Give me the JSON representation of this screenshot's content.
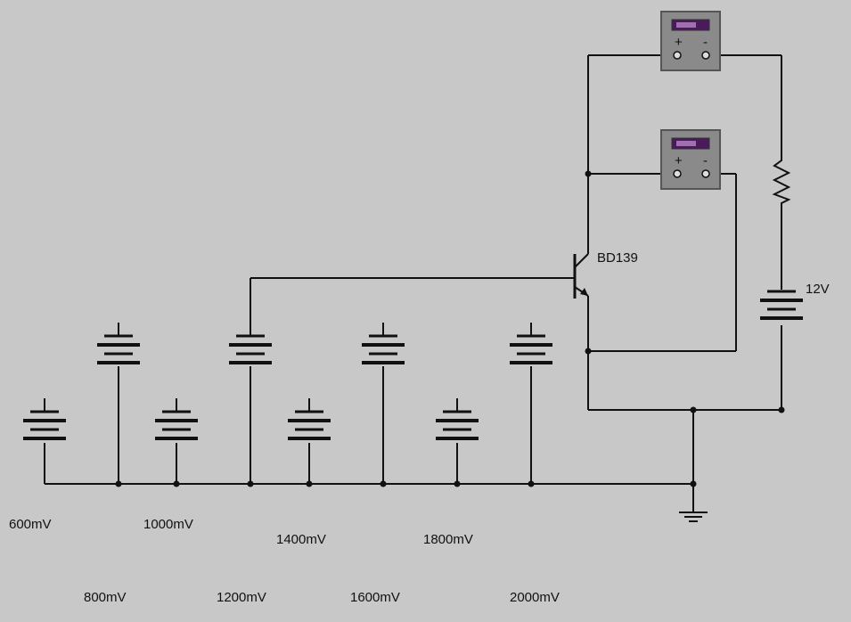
{
  "batteries": [
    {
      "id": "v600",
      "label": "600mV"
    },
    {
      "id": "v800",
      "label": "800mV"
    },
    {
      "id": "v1000",
      "label": "1000mV"
    },
    {
      "id": "v1200",
      "label": "1200mV"
    },
    {
      "id": "v1400",
      "label": "1400mV"
    },
    {
      "id": "v1600",
      "label": "1600mV"
    },
    {
      "id": "v1800",
      "label": "1800mV"
    },
    {
      "id": "v2000",
      "label": "2000mV"
    }
  ],
  "transistor": {
    "label": "BD139"
  },
  "supply": {
    "label": "12V"
  },
  "meters": [
    {
      "id": "ammeter",
      "plus": "+",
      "minus": "-"
    },
    {
      "id": "voltmeter",
      "plus": "+",
      "minus": "-"
    }
  ],
  "colors": {
    "background": "#c8c8c8",
    "wire": "#111111",
    "meter_body": "#8a8a8a",
    "meter_display": "#4a1a5a"
  }
}
